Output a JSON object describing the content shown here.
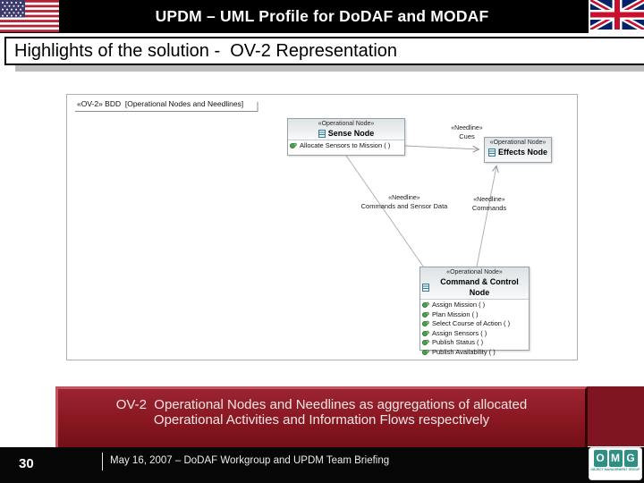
{
  "header": {
    "title": "UPDM – UML Profile for DoDAF and MODAF"
  },
  "flags": {
    "left": "United States flag",
    "right": "United Kingdom flag"
  },
  "subtitle": {
    "text": "Highlights of the solution -  OV-2 Representation"
  },
  "diagram": {
    "frame_label": "«OV-2» BDD  [Operational Nodes and Needlines]",
    "nodes": {
      "sense": {
        "stereotype": "«Operational Node»",
        "name": "Sense Node",
        "operations": [
          "Allocate Sensors to Mission ( )"
        ]
      },
      "effects": {
        "stereotype": "«Operational Node»",
        "name": "Effects Node"
      },
      "c2": {
        "stereotype": "«Operational Node»",
        "name": "Command & Control Node",
        "operations": [
          "Assign Mission ( )",
          "Plan Mission ( )",
          "Select Course of Action ( )",
          "Assign Sensors ( )",
          "Publish Status ( )",
          "Publish Availability ( )"
        ]
      }
    },
    "connectors": {
      "cues": {
        "stereotype": "«Needline»",
        "name": "Cues",
        "from": "Sense Node",
        "to": "Effects Node"
      },
      "commands_sensor": {
        "stereotype": "«Needline»",
        "name": "Commands and Sensor Data",
        "from": "Sense Node",
        "to": "Command & Control Node"
      },
      "commands": {
        "stereotype": "«Needline»",
        "name": "Commands",
        "from": "Command & Control Node",
        "to": "Effects Node"
      }
    }
  },
  "caption": {
    "line1": "OV-2  Operational Nodes and Needlines as aggregations of allocated",
    "line2": "Operational Activities and Information Flows respectively"
  },
  "footer": {
    "page_number": "30",
    "briefing": "May 16, 2007 – DoDAF Workgroup and UPDM Team Briefing",
    "logo": {
      "letters": [
        "O",
        "M",
        "G"
      ],
      "subtext": "OBJECT MANAGEMENT GROUP"
    }
  },
  "colors": {
    "header_black": "#000000",
    "caption_red": "#86161f",
    "footer_black": "#060606",
    "omg_teal": "#2e8f82",
    "diagram_border": "#b0b0b0"
  }
}
